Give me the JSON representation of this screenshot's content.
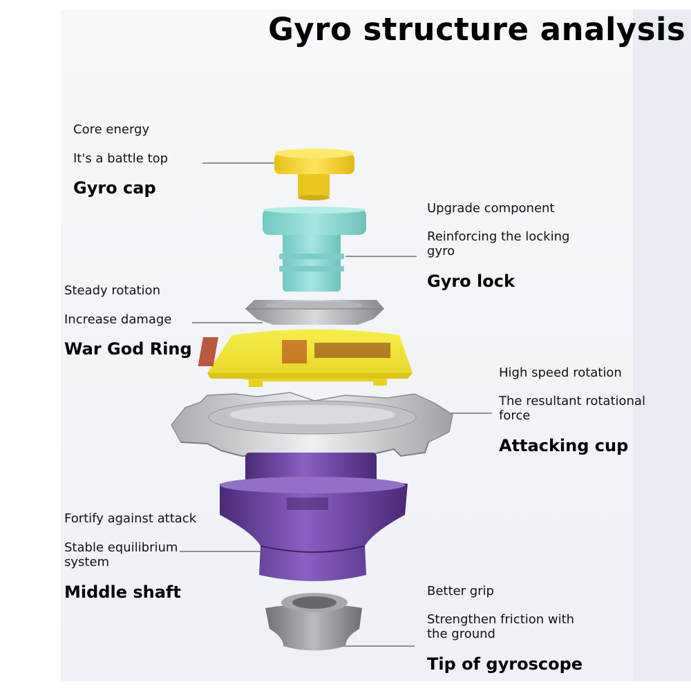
{
  "title": "Gyro structure analysis",
  "parts": {
    "cap": {
      "line1": "Core energy",
      "line2": "It's a battle top",
      "name": "Gyro cap",
      "color": "#f5d63a"
    },
    "lock": {
      "line1": "Upgrade component",
      "line2": "Reinforcing the locking gyro",
      "name": "Gyro lock",
      "color": "#8fd8d2"
    },
    "ring": {
      "line1": "Steady rotation",
      "line2": "Increase damage",
      "name": "War God Ring",
      "color": "#f0e030"
    },
    "cup": {
      "line1": "High speed rotation",
      "line2": "The resultant rotational force",
      "name": "Attacking cup",
      "color": "#c9ccd0"
    },
    "shaft": {
      "line1": "Fortify against attack",
      "line2": "Stable equilibrium system",
      "name": "Middle shaft",
      "color": "#6a3fa0"
    },
    "tip": {
      "line1": "Better grip",
      "line2": "Strengthen friction with the ground",
      "name": "Tip of gyroscope",
      "color": "#8f9296"
    }
  }
}
